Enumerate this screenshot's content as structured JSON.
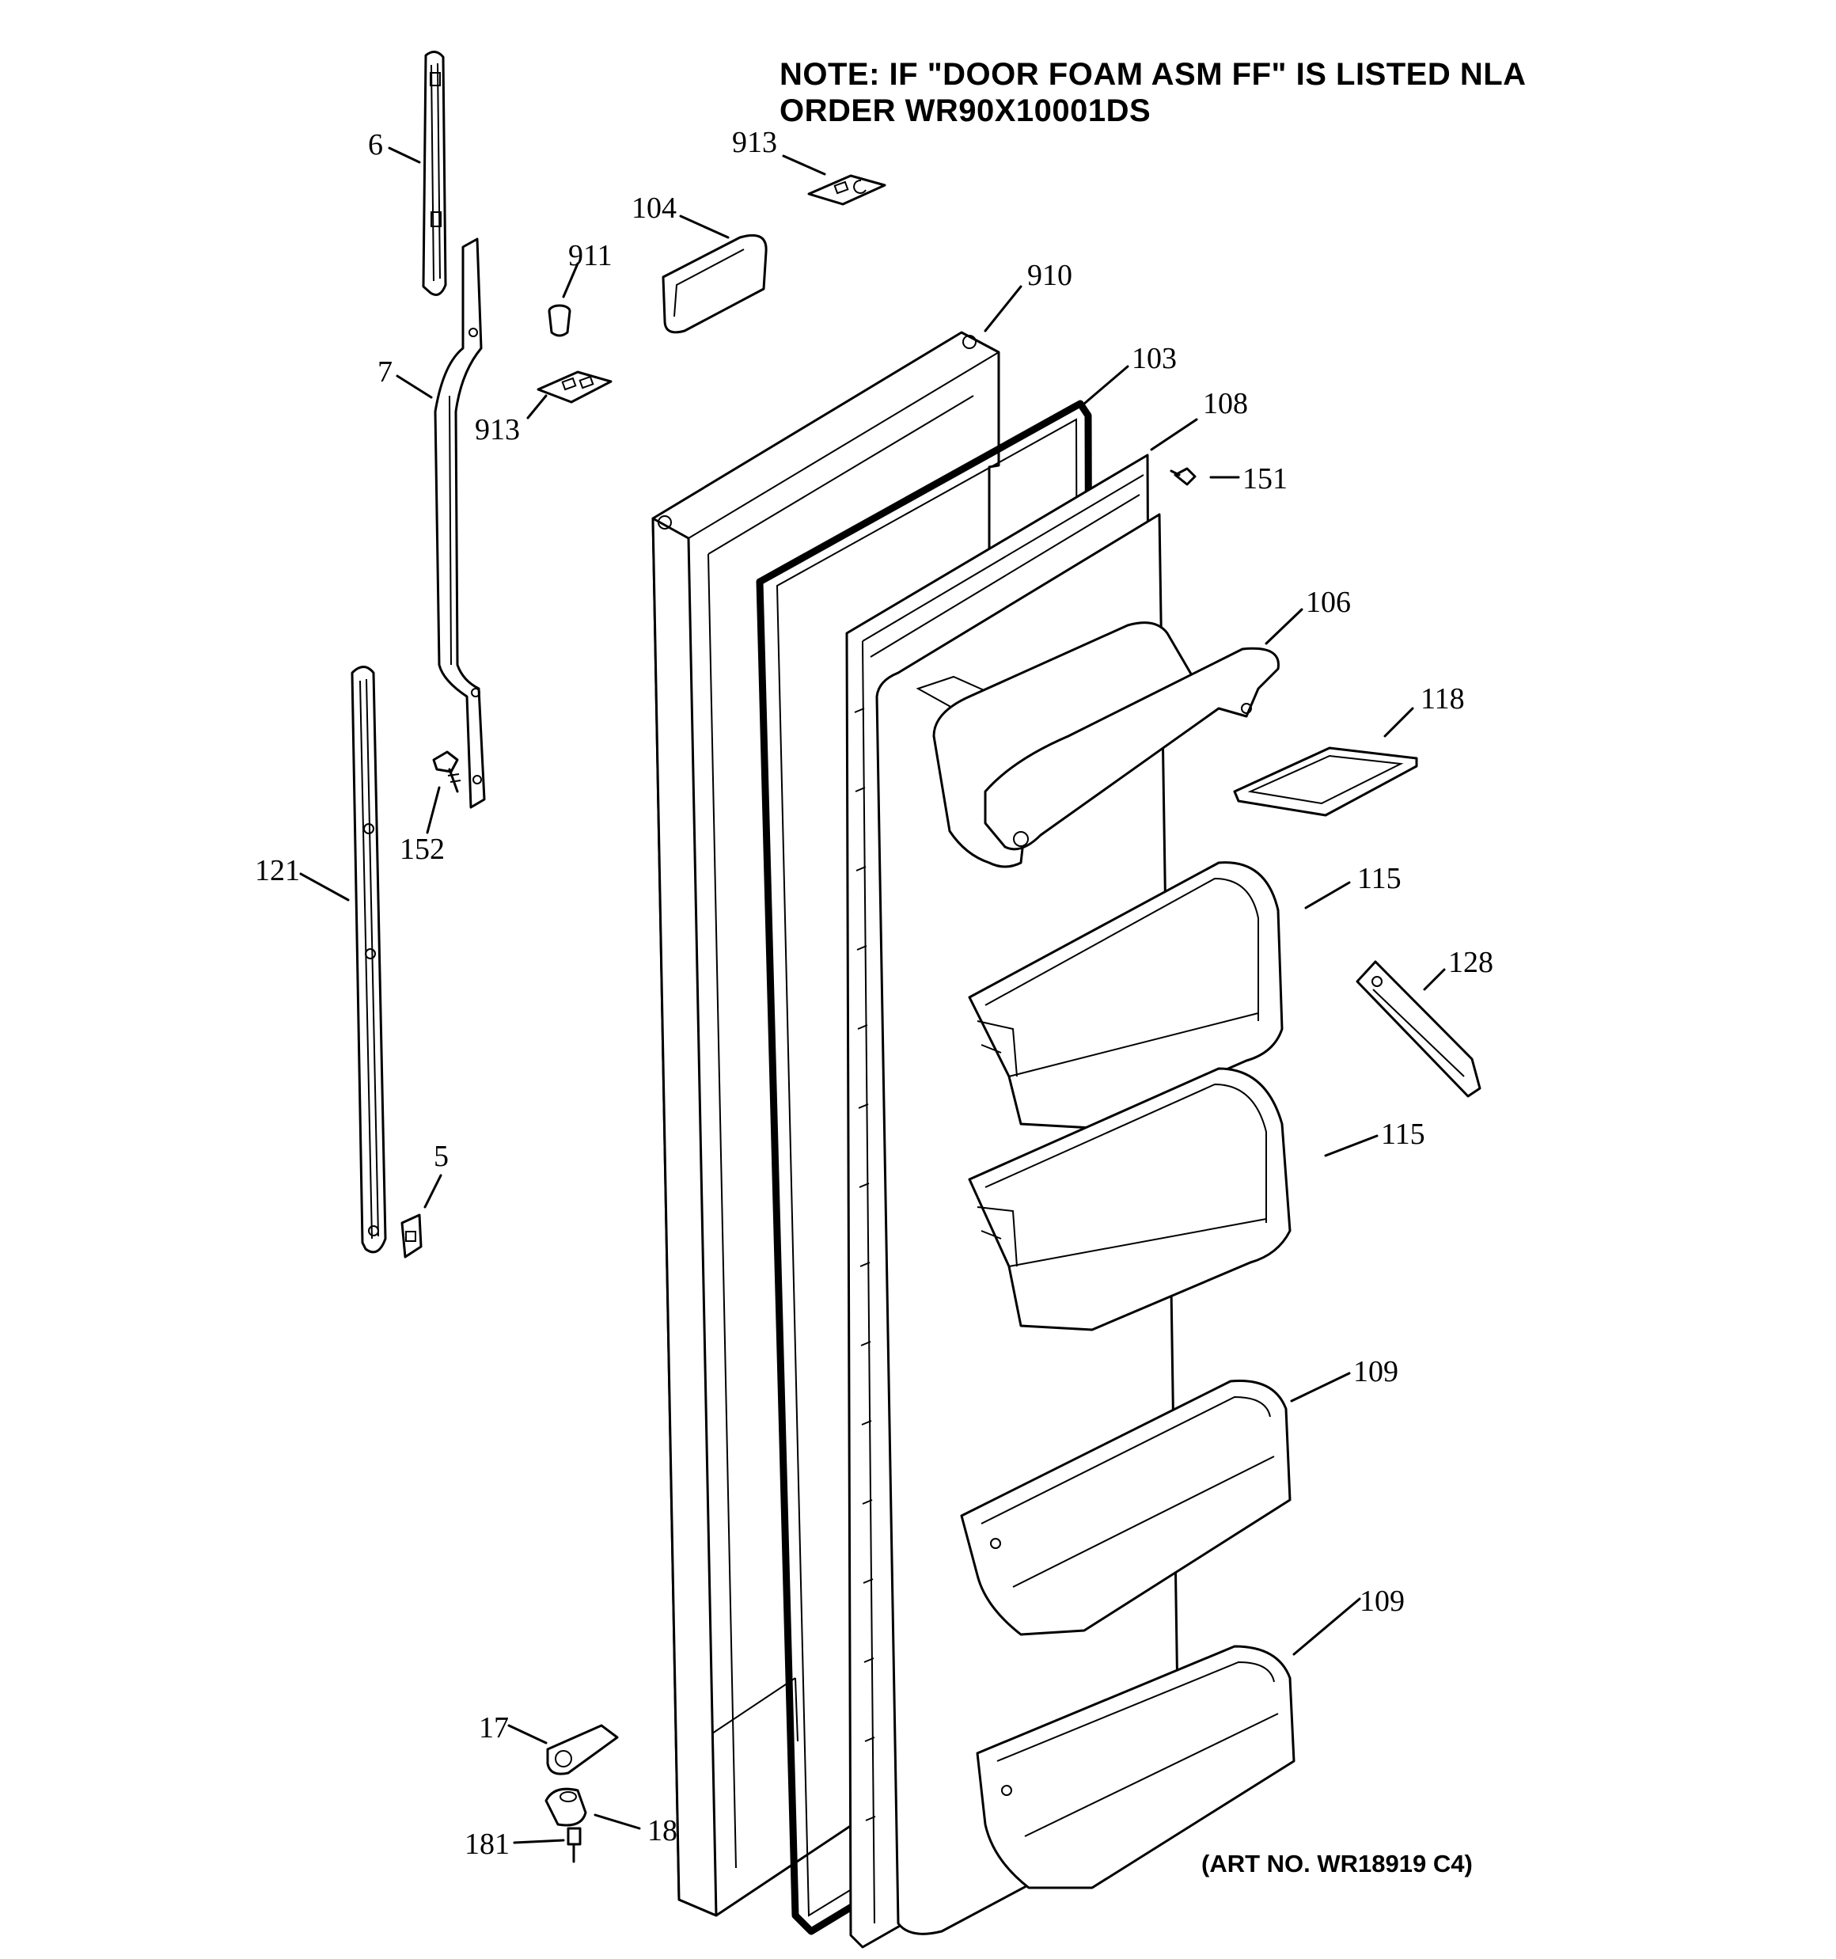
{
  "note": {
    "line1": "NOTE: IF \"DOOR FOAM ASM FF\" IS LISTED NLA",
    "line2": "ORDER WR90X10001DS"
  },
  "art_number": "(ART NO. WR18919 C4)",
  "callouts": {
    "p6": "6",
    "p7": "7",
    "p913a": "913",
    "p104": "104",
    "p911": "911",
    "p913b": "913",
    "p910": "910",
    "p103": "103",
    "p108": "108",
    "p151": "151",
    "p106": "106",
    "p118": "118",
    "p152": "152",
    "p121": "121",
    "p115a": "115",
    "p128": "128",
    "p115b": "115",
    "p5": "5",
    "p109a": "109",
    "p109b": "109",
    "p17": "17",
    "p18": "18",
    "p181": "181"
  }
}
